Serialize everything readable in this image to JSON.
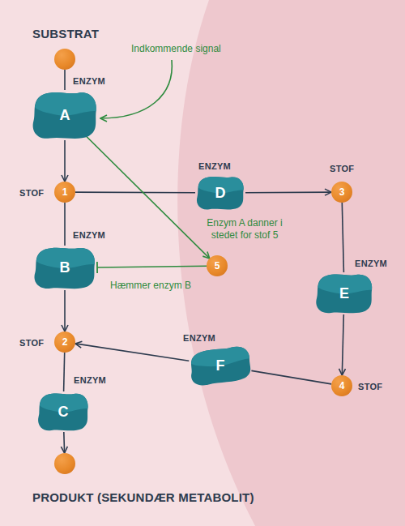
{
  "diagram": {
    "nodes": [
      {
        "text": [
          "SUBSTRAT"
        ]
      },
      {
        "text": [
          "ENZYM",
          "A"
        ]
      },
      {
        "text": [
          "STOF",
          "1"
        ]
      },
      {
        "text": [
          "ENZYM",
          "D"
        ]
      },
      {
        "text": [
          "STOF",
          "3"
        ]
      },
      {
        "text": [
          "5"
        ]
      },
      {
        "text": [
          "ENZYM",
          "B"
        ]
      },
      {
        "text": [
          "ENZYM",
          "E"
        ]
      },
      {
        "text": [
          "STOF",
          "2"
        ]
      },
      {
        "text": [
          "ENZYM",
          "F"
        ]
      },
      {
        "text": [
          "STOF",
          "4"
        ]
      },
      {
        "text": [
          "ENZYM",
          "C"
        ]
      },
      {
        "text": [
          "PRODUKT (SEKUNDÆR METABOLIT)"
        ]
      }
    ],
    "edges": [
      {
        "from": 0,
        "to": 1,
        "arrow": "none"
      },
      {
        "from": 1,
        "to": 2,
        "arrow": "to"
      },
      {
        "from": 2,
        "to": 3,
        "arrow": "none"
      },
      {
        "from": 3,
        "to": 4,
        "arrow": "to"
      },
      {
        "from": 2,
        "to": 6,
        "arrow": "none"
      },
      {
        "from": 6,
        "to": 8,
        "arrow": "to"
      },
      {
        "from": 8,
        "to": 11,
        "arrow": "none"
      },
      {
        "from": 11,
        "to": 12,
        "arrow": "to"
      },
      {
        "from": 4,
        "to": 7,
        "arrow": "none"
      },
      {
        "from": 7,
        "to": 10,
        "arrow": "to"
      },
      {
        "from": 10,
        "to": 9,
        "arrow": "none"
      },
      {
        "from": 9,
        "to": 8,
        "arrow": "to"
      },
      {
        "from": 1,
        "to": 5,
        "arrow": "to",
        "label": "Enzym A danner i stedet for stof 5"
      },
      {
        "from": 5,
        "to": 6,
        "arrow": "to",
        "label": "Hæmmer enzym B"
      }
    ],
    "labels": [
      "Indkommende signal"
    ]
  }
}
